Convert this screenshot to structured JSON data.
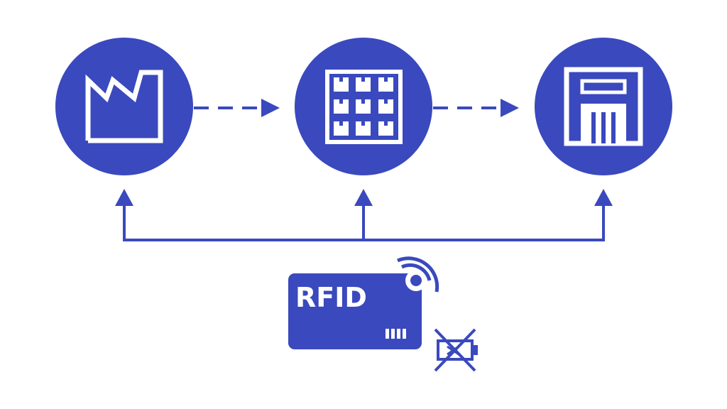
{
  "colors": {
    "primary": "#3a49bd",
    "background": "#ffffff",
    "foreground": "#ffffff"
  },
  "nodes": [
    {
      "id": "factory",
      "icon": "factory-icon"
    },
    {
      "id": "warehouse",
      "icon": "warehouse-boxes-icon"
    },
    {
      "id": "store",
      "icon": "store-icon"
    }
  ],
  "rfid_card": {
    "label": "RFID",
    "icon": "rfid-card-icon",
    "signal_icon": "wireless-signal-icon"
  },
  "battery_status": {
    "icon": "no-battery-icon"
  }
}
